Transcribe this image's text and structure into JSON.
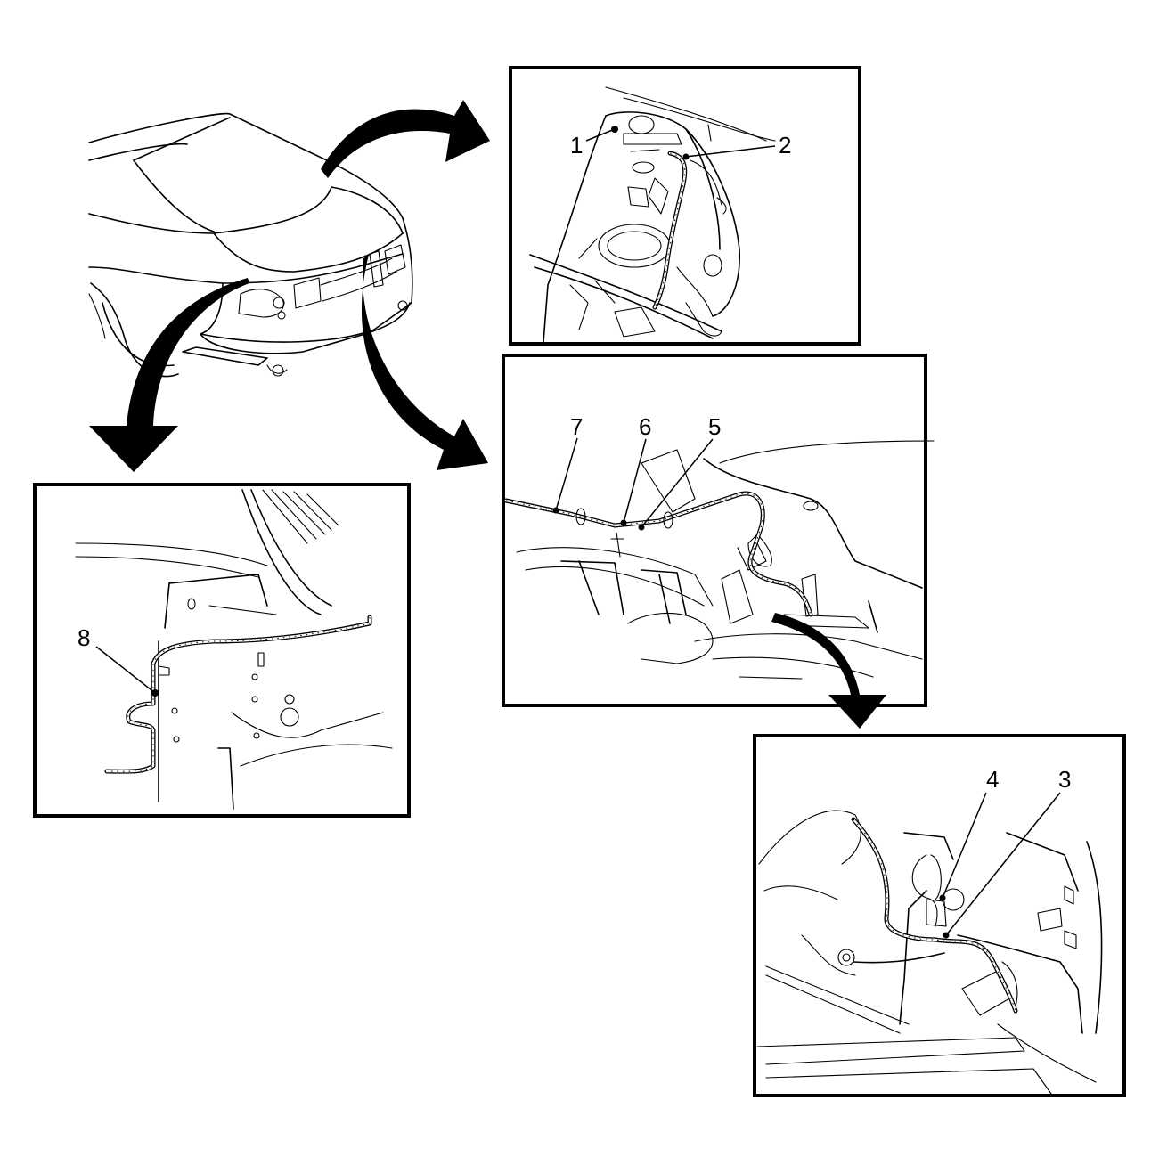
{
  "callouts": [
    {
      "id": "callout-1",
      "label": "1"
    },
    {
      "id": "callout-2",
      "label": "2"
    },
    {
      "id": "callout-3",
      "label": "3"
    },
    {
      "id": "callout-4",
      "label": "4"
    },
    {
      "id": "callout-5",
      "label": "5"
    },
    {
      "id": "callout-6",
      "label": "6"
    },
    {
      "id": "callout-7",
      "label": "7"
    },
    {
      "id": "callout-8",
      "label": "8"
    }
  ]
}
